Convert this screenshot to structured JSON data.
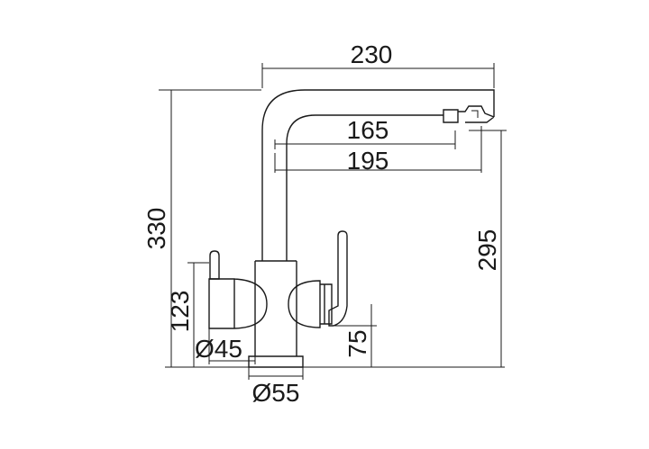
{
  "dimensions": {
    "total_width": "230",
    "spout_reach_1": "165",
    "spout_reach_2": "195",
    "total_height": "330",
    "spout_height": "295",
    "body_height": "123",
    "handle_height": "75",
    "body_diameter": "Ø45",
    "base_diameter": "Ø55"
  }
}
